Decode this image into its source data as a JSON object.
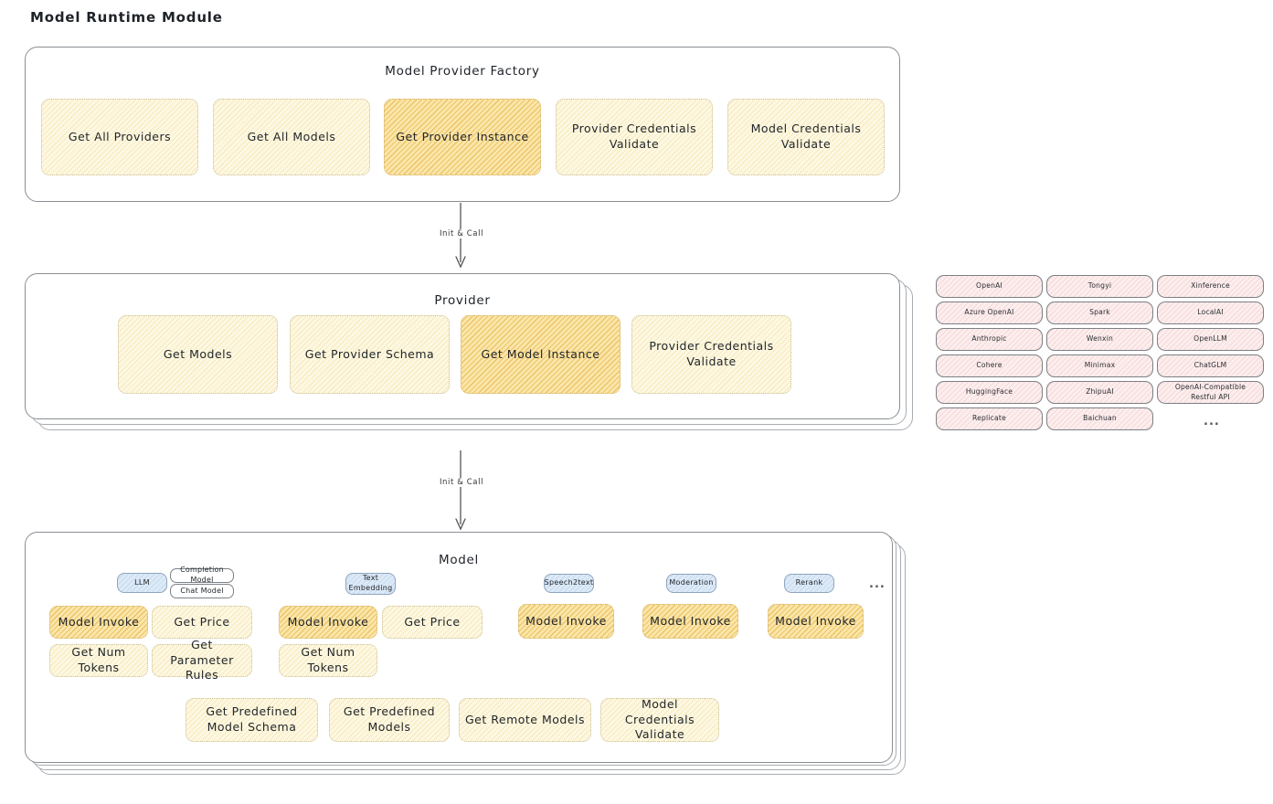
{
  "page": {
    "title": "Model Runtime Module"
  },
  "factory": {
    "title": "Model Provider Factory",
    "items": [
      {
        "label": "Get All Providers",
        "style": "light"
      },
      {
        "label": "Get All Models",
        "style": "light"
      },
      {
        "label": "Get Provider Instance",
        "style": "gold"
      },
      {
        "label": "Provider Credentials Validate",
        "style": "light"
      },
      {
        "label": "Model Credentials Validate",
        "style": "light"
      }
    ]
  },
  "arrow1": {
    "label": "Init & Call"
  },
  "provider": {
    "title": "Provider",
    "items": [
      {
        "label": "Get Models",
        "style": "light"
      },
      {
        "label": "Get Provider Schema",
        "style": "light"
      },
      {
        "label": "Get Model Instance",
        "style": "gold"
      },
      {
        "label": "Provider Credentials Validate",
        "style": "light"
      }
    ]
  },
  "provider_list": {
    "ellipsis": "...",
    "columns": [
      [
        "OpenAI",
        "Azure OpenAI",
        "Anthropic",
        "Cohere",
        "HuggingFace",
        "Replicate"
      ],
      [
        "Tongyi",
        "Spark",
        "Wenxin",
        "Minimax",
        "ZhipuAI",
        "Baichuan"
      ],
      [
        "Xinference",
        "LocalAI",
        "OpenLLM",
        "ChatGLM",
        "OpenAI-Compatible Restful API"
      ]
    ]
  },
  "arrow2": {
    "label": "Init & Call"
  },
  "model": {
    "title": "Model",
    "ellipsis": "...",
    "types": [
      {
        "name": "LLM",
        "badge_style": "blue",
        "sub_badges": [
          "Completion Model",
          "Chat Model"
        ],
        "methods": [
          {
            "label": "Model Invoke",
            "style": "gold"
          },
          {
            "label": "Get Price",
            "style": "light"
          },
          {
            "label": "Get Num Tokens",
            "style": "light"
          },
          {
            "label": "Get Parameter Rules",
            "style": "light"
          }
        ]
      },
      {
        "name": "Text Embedding",
        "badge_style": "blue",
        "sub_badges": [],
        "methods": [
          {
            "label": "Model Invoke",
            "style": "gold"
          },
          {
            "label": "Get Price",
            "style": "light"
          },
          {
            "label": "Get Num Tokens",
            "style": "light"
          }
        ]
      },
      {
        "name": "Speech2text",
        "badge_style": "blue",
        "sub_badges": [],
        "methods": [
          {
            "label": "Model Invoke",
            "style": "gold"
          }
        ]
      },
      {
        "name": "Moderation",
        "badge_style": "blue",
        "sub_badges": [],
        "methods": [
          {
            "label": "Model Invoke",
            "style": "gold"
          }
        ]
      },
      {
        "name": "Rerank",
        "badge_style": "blue",
        "sub_badges": [],
        "methods": [
          {
            "label": "Model Invoke",
            "style": "gold"
          }
        ]
      }
    ],
    "common_methods": [
      {
        "label": "Get Predefined Model Schema",
        "style": "light"
      },
      {
        "label": "Get Predefined Models",
        "style": "light"
      },
      {
        "label": "Get Remote Models",
        "style": "light"
      },
      {
        "label": "Model Credentials Validate",
        "style": "light"
      }
    ]
  },
  "colors": {
    "gold_fill": "#fbe6ab",
    "light_fill": "#fdf8e3",
    "blue_fill": "#ddeaf7",
    "pink_fill": "#fdeeee",
    "card_border": "#8a8f94"
  }
}
